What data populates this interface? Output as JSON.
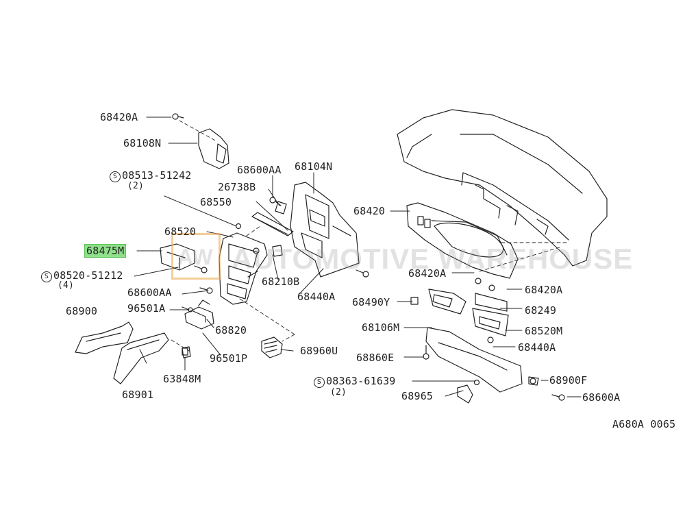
{
  "diagram_code": "A680A 0065",
  "watermark": {
    "logo": "AW",
    "text": "AUTOMOTIVE WAREHOUSE"
  },
  "highlight_color": "#8fe08a",
  "parts": {
    "p68420A_top": "68420A",
    "p68108N": "68108N",
    "p08513": "08513-51242",
    "p08513_qty": "(2)",
    "p68600AA_top": "68600AA",
    "p68104N": "68104N",
    "p26738B": "26738B",
    "p68550": "68550",
    "p68520": "68520",
    "p68475M": "68475M",
    "p08520": "08520-51212",
    "p08520_qty": "(4)",
    "p68600AA_mid": "68600AA",
    "p96501A": "96501A",
    "p68900": "68900",
    "p68820": "68820",
    "p96501P": "96501P",
    "p68901": "68901",
    "p63848M": "63848M",
    "p68210B": "68210B",
    "p68440A_mid": "68440A",
    "p68960U": "68960U",
    "p68420": "68420",
    "p68420A_right": "68420A",
    "p68420A_right2": "68420A",
    "p68490Y": "68490Y",
    "p68249": "68249",
    "p68106M": "68106M",
    "p68520M": "68520M",
    "p68440A_right": "68440A",
    "p68860E": "68860E",
    "p08363": "08363-61639",
    "p08363_qty": "(2)",
    "p68965": "68965",
    "p68900F": "68900F",
    "p68600A": "68600A"
  }
}
